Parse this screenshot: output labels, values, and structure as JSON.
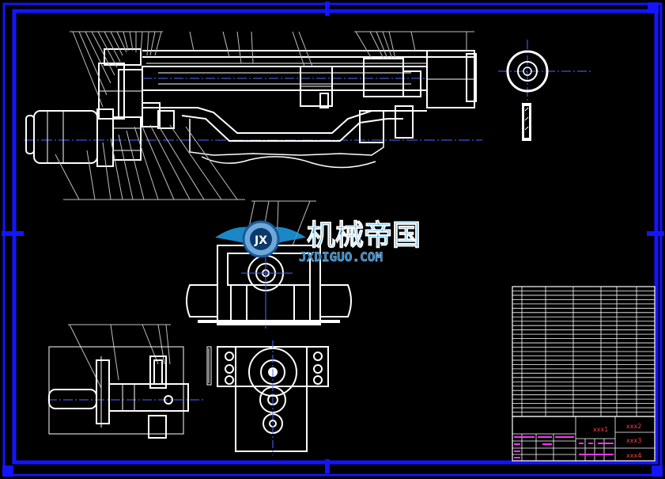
{
  "colors": {
    "background": "#000000",
    "frame": "#1414ff",
    "lines": "#ffffff",
    "centerline": "#4a6cff",
    "leader": "#bfbfbf",
    "title_block_magenta": "#ff33ff",
    "title_block_red": "#ff4040",
    "watermark_cn": "#1ea0e6",
    "watermark_en": "#1a82c8"
  },
  "watermark": {
    "brand_cn": "机械帝国",
    "brand_en": "JXDIGUO.COM",
    "logo_letters": "JX",
    "logo_icon": "gear-wing-logo-icon"
  },
  "title_block": {
    "cell_1": "xxx1",
    "cell_2": "xxx2",
    "cell_3": "xxx3",
    "cell_4": "xxx4"
  },
  "parts_list": {
    "row_count": 30
  }
}
